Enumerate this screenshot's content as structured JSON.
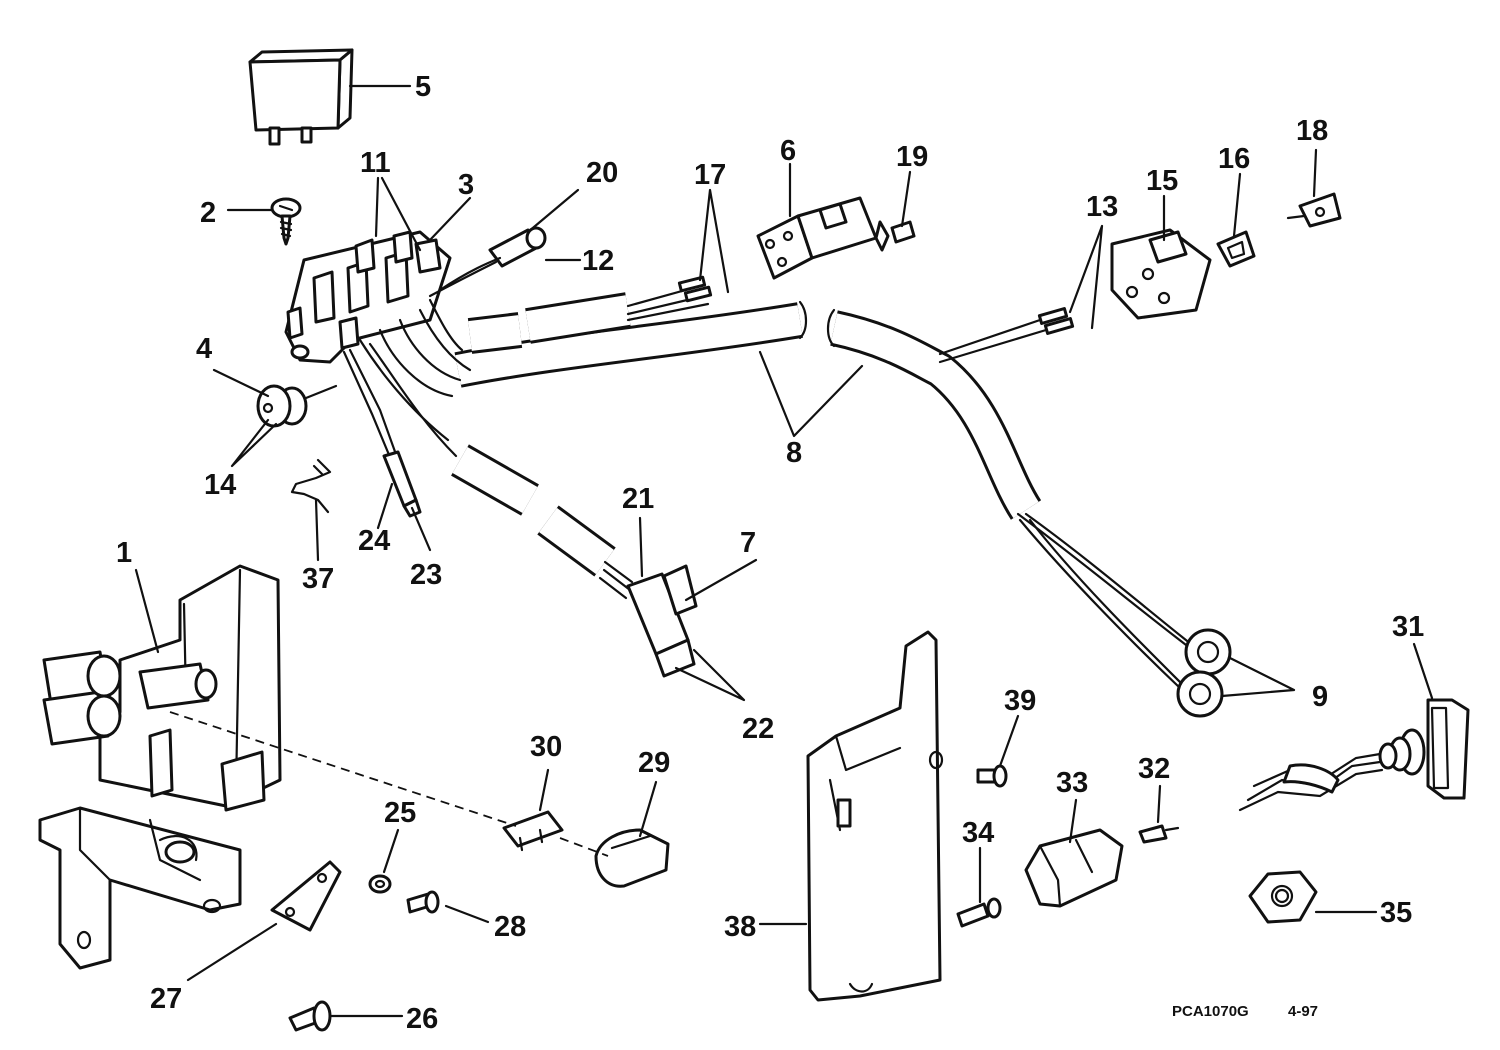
{
  "callouts": [
    {
      "id": "1",
      "label": "1"
    },
    {
      "id": "2",
      "label": "2"
    },
    {
      "id": "3",
      "label": "3"
    },
    {
      "id": "4",
      "label": "4"
    },
    {
      "id": "5",
      "label": "5"
    },
    {
      "id": "6",
      "label": "6"
    },
    {
      "id": "7",
      "label": "7"
    },
    {
      "id": "8",
      "label": "8"
    },
    {
      "id": "9",
      "label": "9"
    },
    {
      "id": "11",
      "label": "11"
    },
    {
      "id": "12",
      "label": "12"
    },
    {
      "id": "13",
      "label": "13"
    },
    {
      "id": "14",
      "label": "14"
    },
    {
      "id": "15",
      "label": "15"
    },
    {
      "id": "16",
      "label": "16"
    },
    {
      "id": "17",
      "label": "17"
    },
    {
      "id": "18",
      "label": "18"
    },
    {
      "id": "19",
      "label": "19"
    },
    {
      "id": "20",
      "label": "20"
    },
    {
      "id": "21",
      "label": "21"
    },
    {
      "id": "22",
      "label": "22"
    },
    {
      "id": "23",
      "label": "23"
    },
    {
      "id": "24",
      "label": "24"
    },
    {
      "id": "25",
      "label": "25"
    },
    {
      "id": "26",
      "label": "26"
    },
    {
      "id": "27",
      "label": "27"
    },
    {
      "id": "28",
      "label": "28"
    },
    {
      "id": "29",
      "label": "29"
    },
    {
      "id": "30",
      "label": "30"
    },
    {
      "id": "31",
      "label": "31"
    },
    {
      "id": "32",
      "label": "32"
    },
    {
      "id": "33",
      "label": "33"
    },
    {
      "id": "34",
      "label": "34"
    },
    {
      "id": "35",
      "label": "35"
    },
    {
      "id": "37",
      "label": "37"
    },
    {
      "id": "38",
      "label": "38"
    },
    {
      "id": "39",
      "label": "39"
    }
  ],
  "footer": {
    "drawing_code": "PCA1070G",
    "date_code": "4-97"
  }
}
